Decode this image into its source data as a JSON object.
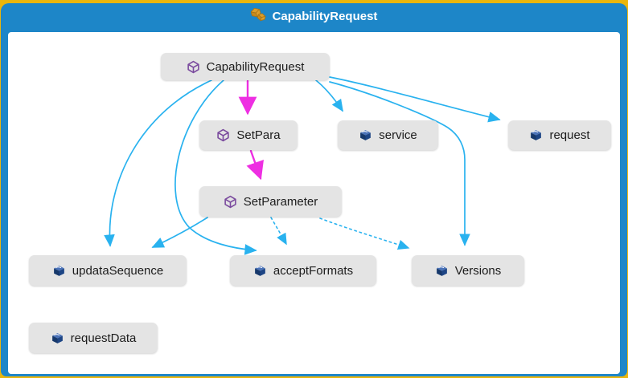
{
  "window": {
    "title": "CapabilityRequest",
    "title_icon": "gold-cubes-icon"
  },
  "colors": {
    "frame_blue": "#1d86c8",
    "background_gold": "#eab60c",
    "node_bg": "#e4e4e4",
    "node_text": "#1c1c1c",
    "edge_cyan": "#29b2ef",
    "edge_magenta": "#ee2fe2",
    "icon_purple": "#7a4a9e",
    "icon_navy_dark": "#16386b",
    "icon_navy_mid": "#1d4585",
    "icon_navy_light": "#4a72b8",
    "icon_gold": "#dd9e2b",
    "title_text": "#ffffff"
  },
  "diagram": {
    "nodes": [
      {
        "id": "capabilityRequest",
        "label": "CapabilityRequest",
        "icon": "purple-package-cube-icon"
      },
      {
        "id": "setPara",
        "label": "SetPara",
        "icon": "purple-package-cube-icon"
      },
      {
        "id": "service",
        "label": "service",
        "icon": "navy-cube-icon"
      },
      {
        "id": "request",
        "label": "request",
        "icon": "navy-cube-icon"
      },
      {
        "id": "setParameter",
        "label": "SetParameter",
        "icon": "purple-package-cube-icon"
      },
      {
        "id": "updataSequence",
        "label": "updataSequence",
        "icon": "navy-cube-icon"
      },
      {
        "id": "acceptFormats",
        "label": "acceptFormats",
        "icon": "navy-cube-icon"
      },
      {
        "id": "versions",
        "label": "Versions",
        "icon": "navy-cube-icon"
      },
      {
        "id": "requestData",
        "label": "requestData",
        "icon": "navy-cube-icon"
      }
    ],
    "edges": [
      {
        "from": "capabilityRequest",
        "to": "setPara",
        "color": "magenta",
        "style": "solid"
      },
      {
        "from": "setPara",
        "to": "setParameter",
        "color": "magenta",
        "style": "solid"
      },
      {
        "from": "capabilityRequest",
        "to": "service",
        "color": "cyan",
        "style": "solid"
      },
      {
        "from": "capabilityRequest",
        "to": "request",
        "color": "cyan",
        "style": "solid"
      },
      {
        "from": "capabilityRequest",
        "to": "versions",
        "color": "cyan",
        "style": "solid"
      },
      {
        "from": "capabilityRequest",
        "to": "updataSequence",
        "color": "cyan",
        "style": "solid"
      },
      {
        "from": "capabilityRequest",
        "to": "acceptFormats",
        "color": "cyan",
        "style": "solid"
      },
      {
        "from": "setParameter",
        "to": "updataSequence",
        "color": "cyan",
        "style": "solid"
      },
      {
        "from": "setParameter",
        "to": "acceptFormats",
        "color": "cyan",
        "style": "dashed"
      },
      {
        "from": "setParameter",
        "to": "versions",
        "color": "cyan",
        "style": "dashed"
      }
    ]
  }
}
